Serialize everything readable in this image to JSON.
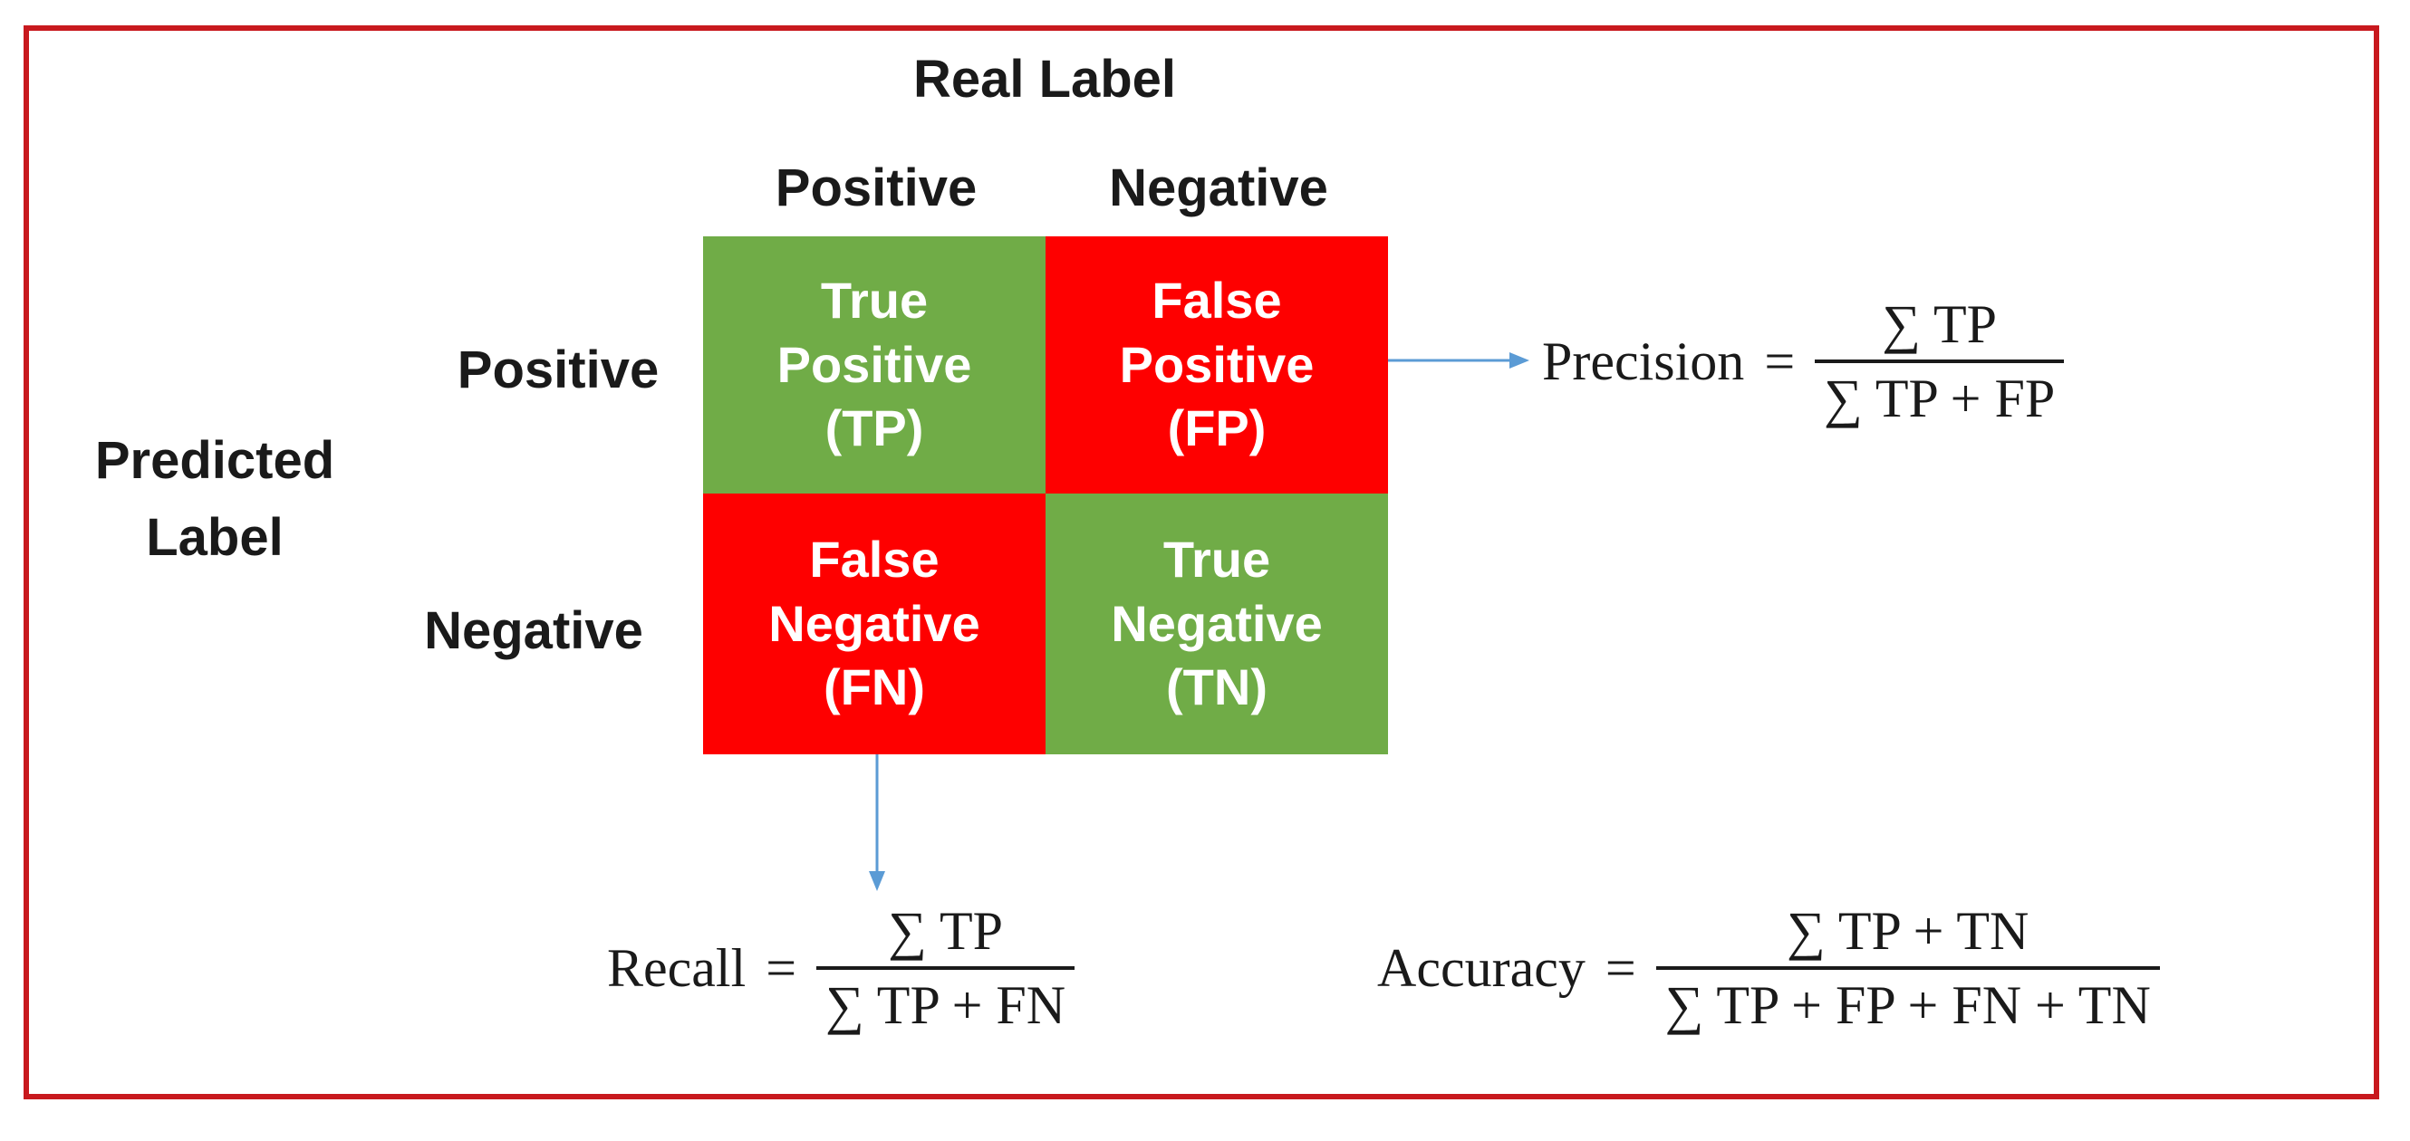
{
  "title": "Real Label",
  "predicted_label": {
    "line1": "Predicted",
    "line2": "Label"
  },
  "columns": {
    "positive": "Positive",
    "negative": "Negative"
  },
  "rows": {
    "positive": "Positive",
    "negative": "Negative"
  },
  "cells": {
    "tp": {
      "line1": "True",
      "line2": "Positive",
      "line3": "(TP)",
      "color": "#70ac47"
    },
    "fp": {
      "line1": "False",
      "line2": "Positive",
      "line3": "(FP)",
      "color": "#fe0000"
    },
    "fn": {
      "line1": "False",
      "line2": "Negative",
      "line3": "(FN)",
      "color": "#fe0000"
    },
    "tn": {
      "line1": "True",
      "line2": "Negative",
      "line3": "(TN)",
      "color": "#70ac47"
    }
  },
  "formulas": {
    "precision": {
      "name": "Precision",
      "eq": "=",
      "numerator": "∑ TP",
      "denominator": "∑ TP + FP"
    },
    "recall": {
      "name": "Recall",
      "eq": "=",
      "numerator": "∑ TP",
      "denominator": "∑ TP + FN"
    },
    "accuracy": {
      "name": "Accuracy",
      "eq": "=",
      "numerator": "∑ TP + TN",
      "denominator": "∑ TP + FP + FN + TN"
    }
  },
  "colors": {
    "border": "#c8191e",
    "arrow": "#5b9bd5",
    "green": "#70ac47",
    "red": "#fe0000"
  }
}
